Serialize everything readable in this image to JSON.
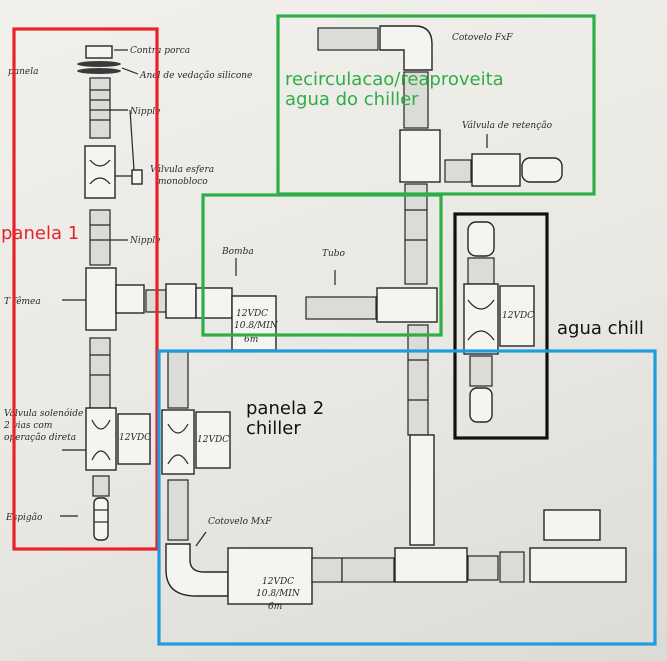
{
  "groups": {
    "panela1": {
      "label": "panela 1",
      "color": "#e8222a"
    },
    "recirc": {
      "line1": "recirculacao/reaproveita",
      "line2": "agua do chiller",
      "color": "#2eae48"
    },
    "chill": {
      "label": "agua chill",
      "color": "#111111"
    },
    "panela2": {
      "line1": "panela 2",
      "line2": "chiller",
      "color": "#1e9ce0"
    }
  },
  "sketch_notes": {
    "contra_porca": "Contra porca",
    "anel_silicone": "Anel de vedação silicone",
    "panela": "panela",
    "nipple_1": "Nipple",
    "valvula_esfera_1": "Válvula esfera",
    "valvula_esfera_2": "monobloco",
    "nipple_2": "Nipple",
    "t_femea": "T fêmea",
    "valvula_solenoide_1": "Válvula solenóide",
    "valvula_solenoide_2": "2 vias com",
    "valvula_solenoide_3": "operação direta",
    "espigao": "Espigão",
    "cotovelo_fxf": "Cotovelo FxF",
    "valvula_retencao": "Válvula de retenção",
    "bomba": "Bomba",
    "tubo": "Tubo",
    "cotovelo_mxf": "Cotovelo MxF",
    "pump_12vdc": "12VDC",
    "pump_flow": "10.8/MIN",
    "pump_head": "6m",
    "solenoid_12vdc": "12VDC"
  }
}
